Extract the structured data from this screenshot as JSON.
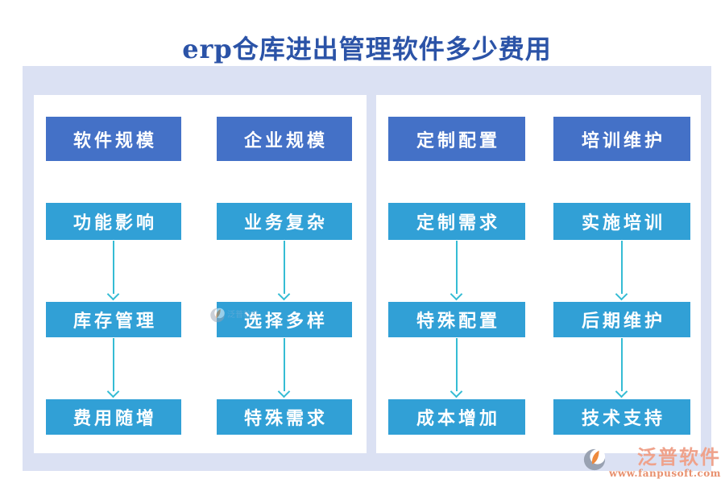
{
  "title": "erp仓库进出管理软件多少费用",
  "panels": [
    {
      "columns": [
        {
          "boxes": [
            "软件规模",
            "功能影响",
            "库存管理",
            "费用随增"
          ]
        },
        {
          "boxes": [
            "企业规模",
            "业务复杂",
            "选择多样",
            "特殊需求"
          ]
        }
      ]
    },
    {
      "columns": [
        {
          "boxes": [
            "定制配置",
            "定制需求",
            "特殊配置",
            "成本增加"
          ]
        },
        {
          "boxes": [
            "培训维护",
            "实施培训",
            "后期维护",
            "技术支持"
          ]
        }
      ]
    }
  ],
  "branding": {
    "logo_text": "泛普软件",
    "website": "www.fanpusoft.com"
  },
  "watermark": {
    "logo_text": "泛普软件"
  },
  "colors": {
    "title_text": "#2b53a7",
    "canvas_background": "#dbe1f3",
    "primary_box": "#4471c7",
    "secondary_box": "#31a0d6",
    "arrow": "#35bcd4",
    "brand_name": "#efa28b",
    "brand_url": "#e8906e",
    "logo_orange": "#ee8a3d",
    "logo_gray": "#99a2b2"
  }
}
